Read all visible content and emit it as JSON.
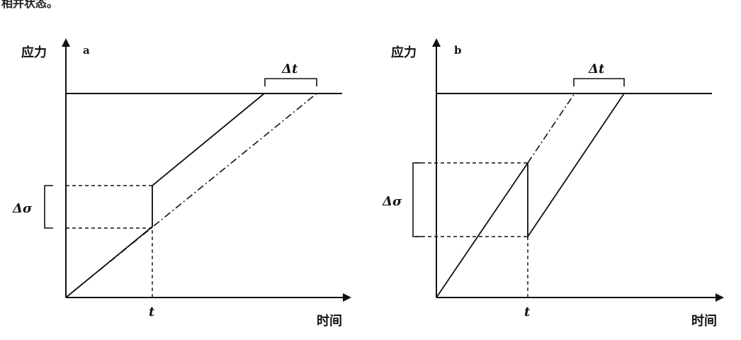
{
  "top_fragment": "相并状态。",
  "panels": [
    {
      "id": "a",
      "panel_label": "a",
      "y_axis_label": "应力",
      "x_axis_label": "时间",
      "delta_t_label": "Δt",
      "delta_sigma_label": "Δσ",
      "t_label": "t"
    },
    {
      "id": "b",
      "panel_label": "b",
      "y_axis_label": "应力",
      "x_axis_label": "时间",
      "delta_t_label": "Δt",
      "delta_sigma_label": "Δσ",
      "t_label": "t"
    }
  ]
}
